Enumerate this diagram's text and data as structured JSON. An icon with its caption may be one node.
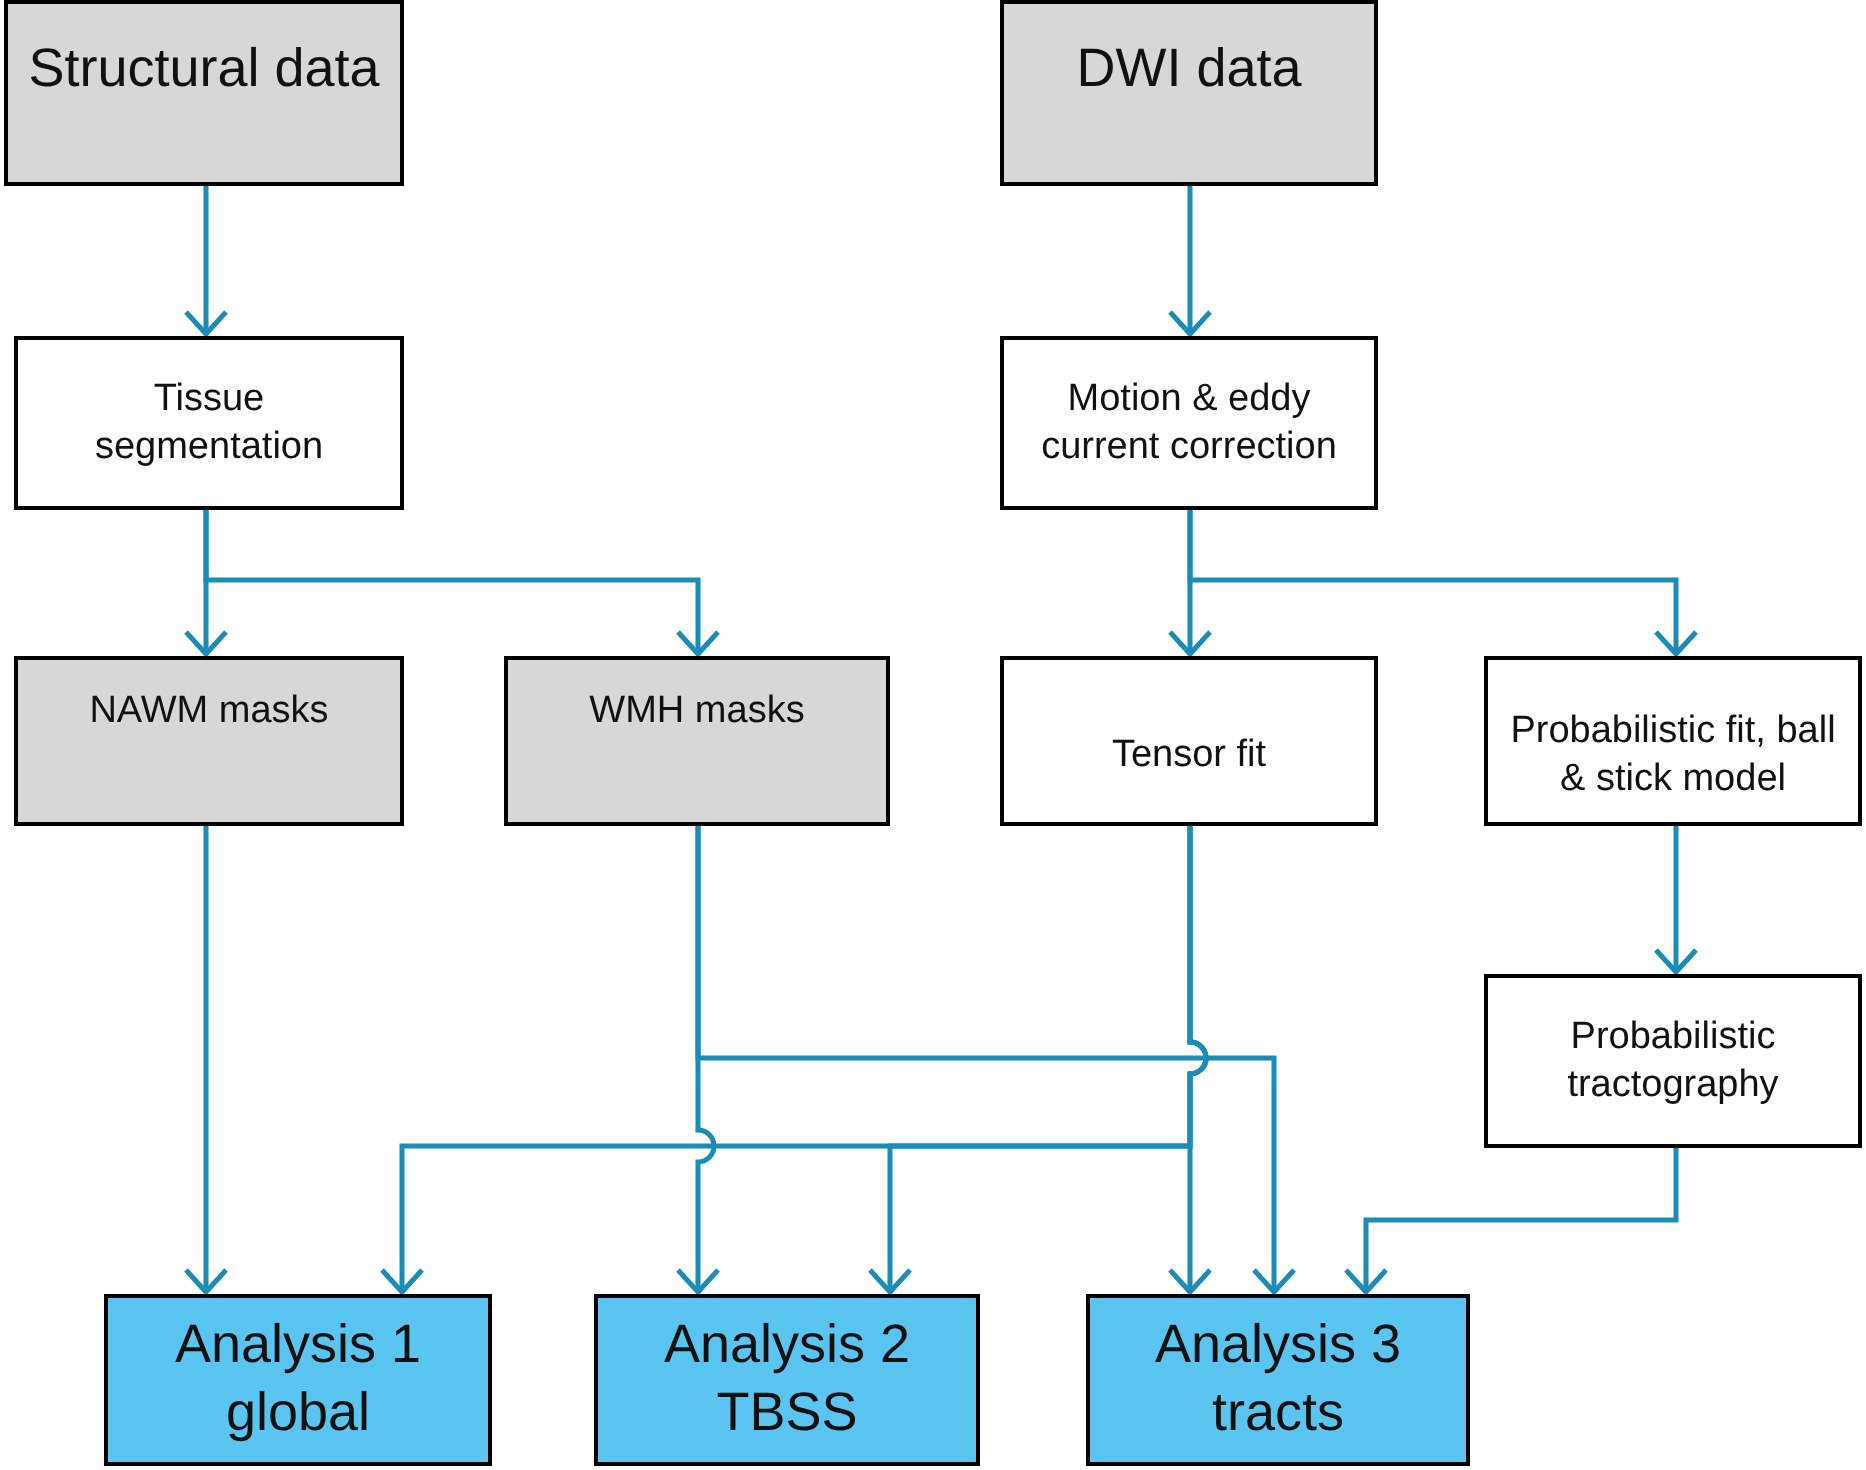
{
  "diagram": {
    "nodes": [
      {
        "text": [
          "Structural data"
        ]
      },
      {
        "text": [
          "DWI data"
        ]
      },
      {
        "text": [
          "Tissue segmentation"
        ]
      },
      {
        "text": [
          "Motion & eddy current correction"
        ]
      },
      {
        "text": [
          "NAWM masks"
        ]
      },
      {
        "text": [
          "WMH masks"
        ]
      },
      {
        "text": [
          "Tensor fit"
        ]
      },
      {
        "text": [
          "Probabilistic fit, ball & stick model"
        ]
      },
      {
        "text": [
          "Probabilistic tractography"
        ]
      },
      {
        "text": [
          "Analysis 1 global"
        ]
      },
      {
        "text": [
          "Analysis 2 TBSS"
        ]
      },
      {
        "text": [
          "Analysis 3 tracts"
        ]
      }
    ],
    "edges": [
      {
        "from": 0,
        "to": 2,
        "arrow": "to"
      },
      {
        "from": 1,
        "to": 3,
        "arrow": "to"
      },
      {
        "from": 2,
        "to": 4,
        "arrow": "to"
      },
      {
        "from": 2,
        "to": 5,
        "arrow": "to"
      },
      {
        "from": 3,
        "to": 6,
        "arrow": "to"
      },
      {
        "from": 3,
        "to": 7,
        "arrow": "to"
      },
      {
        "from": 7,
        "to": 8,
        "arrow": "to"
      },
      {
        "from": 4,
        "to": 9,
        "arrow": "to"
      },
      {
        "from": 5,
        "to": 10,
        "arrow": "to"
      },
      {
        "from": 5,
        "to": 11,
        "arrow": "to"
      },
      {
        "from": 6,
        "to": 9,
        "arrow": "to"
      },
      {
        "from": 6,
        "to": 10,
        "arrow": "to"
      },
      {
        "from": 6,
        "to": 11,
        "arrow": "to"
      },
      {
        "from": 8,
        "to": 11,
        "arrow": "to"
      }
    ]
  }
}
